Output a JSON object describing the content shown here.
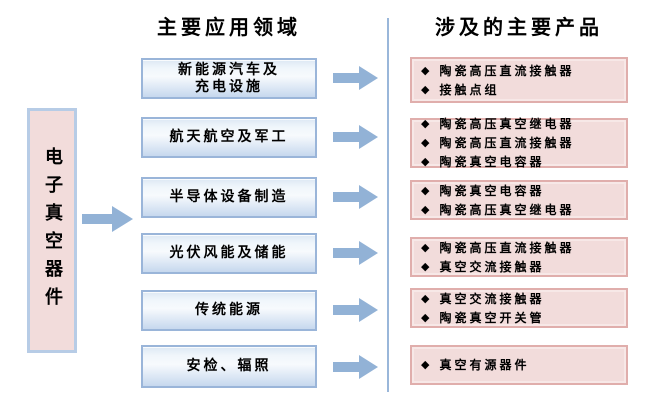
{
  "headers": {
    "left": "主要应用领域",
    "right": "涉及的主要产品"
  },
  "category": {
    "label": "电子真空器件"
  },
  "bullet": "◆",
  "rows": [
    {
      "app_lines": [
        "新能源汽车及",
        "充电设施"
      ],
      "products": [
        "陶瓷高压直流接触器",
        "接触点组"
      ]
    },
    {
      "app_lines": [
        "航天航空及军工"
      ],
      "products": [
        "陶瓷高压真空继电器",
        "陶瓷高压直流接触器",
        "陶瓷真空电容器"
      ]
    },
    {
      "app_lines": [
        "半导体设备制造"
      ],
      "products": [
        "陶瓷真空电容器",
        "陶瓷高压真空继电器"
      ]
    },
    {
      "app_lines": [
        "光伏风能及储能"
      ],
      "products": [
        "陶瓷高压直流接触器",
        "真空交流接触器"
      ]
    },
    {
      "app_lines": [
        "传统能源"
      ],
      "products": [
        "真空交流接触器",
        "陶瓷真空开关管"
      ]
    },
    {
      "app_lines": [
        "安检、辐照"
      ],
      "products": [
        "真空有源器件"
      ]
    }
  ],
  "colors": {
    "arrow_blue": "#92b2d6",
    "app_box_border": "#9ab5d9",
    "app_box_fill_top": "#dde8f4",
    "app_box_fill_bottom": "#c6d8ee",
    "product_box_fill": "#f2dcdb",
    "product_box_border": "#e0aeac",
    "category_box_fill": "#f2dcdb",
    "category_box_border": "#b7cce6",
    "divider": "#9ab7da",
    "text": "#000000"
  }
}
